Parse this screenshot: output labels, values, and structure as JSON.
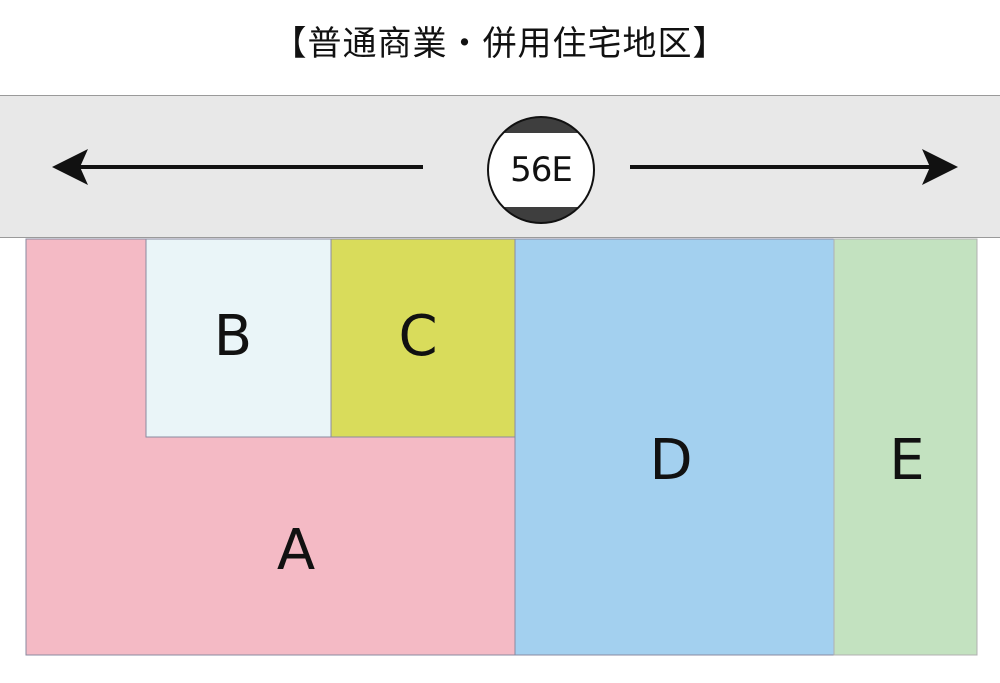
{
  "title": "【普通商業・併用住宅地区】",
  "road": {
    "label": "56E",
    "fill": "#e8e8e8",
    "direction_icons": [
      "arrow-left-icon",
      "arrow-right-icon"
    ]
  },
  "lots": [
    {
      "id": "A",
      "label": "A",
      "color": "#f4bac5"
    },
    {
      "id": "B",
      "label": "B",
      "color": "#eaf5f8"
    },
    {
      "id": "C",
      "label": "C",
      "color": "#d9dc5b"
    },
    {
      "id": "D",
      "label": "D",
      "color": "#a3d0ef"
    },
    {
      "id": "E",
      "label": "E",
      "color": "#c3e2c0"
    }
  ]
}
